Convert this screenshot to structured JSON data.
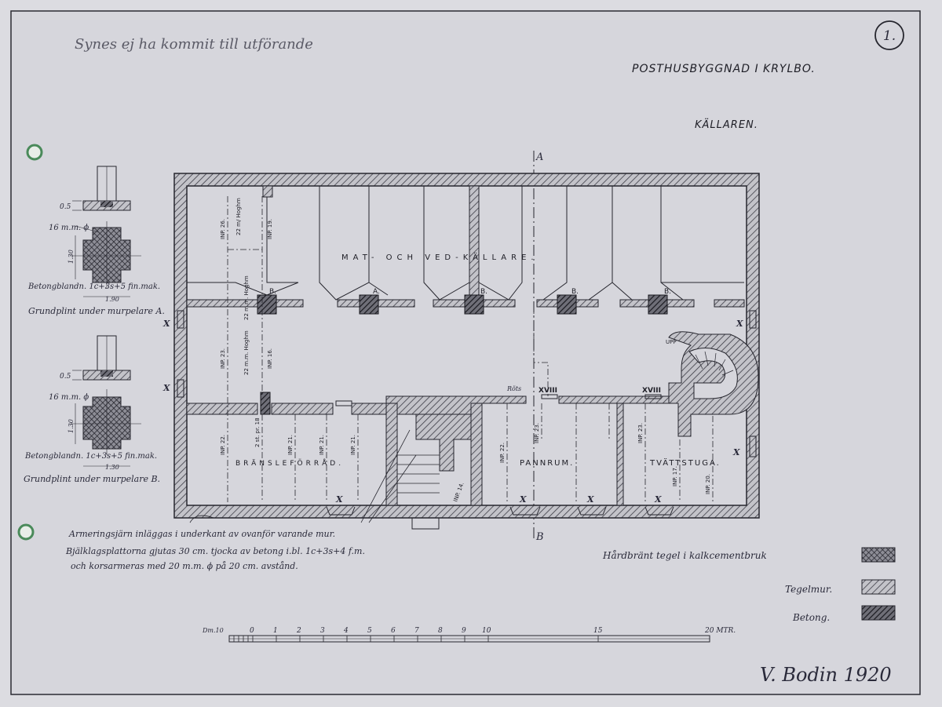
{
  "sheet_number": "1.",
  "pencil_note": "Synes ej ha kommit till utförande",
  "title": "POSTHUSBYGGNAD I KRYLBO.",
  "subtitle": "KÄLLAREN.",
  "section_marks": {
    "top": "A",
    "bottom": "B"
  },
  "rooms": {
    "upper": "MAT- OCH VED-KÄLLARE.",
    "fuel": "BRÄNSLEFÖRRÅD.",
    "boiler": "PANNRUM.",
    "laundry": "TVÄTTSTUGA."
  },
  "pier_labels": [
    "B.",
    "A.",
    "B.",
    "B.",
    "B."
  ],
  "window_mark": "X",
  "vent_labels": [
    "XVIII",
    "XVIII"
  ],
  "small_labels": {
    "rots": "Röts",
    "upp": "UPP",
    "inp": [
      "INP. 26.",
      "INP. 19.",
      "INP. 23.",
      "INP. 16.",
      "INP. 22.",
      "INP. 21.",
      "INP. 21.",
      "INP. 21.",
      "INP. 14.",
      "INP. 22.",
      "INP. 23.",
      "INP. 23.",
      "INP. 17.",
      "INP. 20."
    ],
    "dims": [
      "22 m/ Hoghm",
      "22 m.m. Hoghm",
      "22 m.m. Hoghm",
      "2 st. pr. 18"
    ]
  },
  "details": [
    {
      "dim_top": "0.5",
      "rebar": "16 m.m. ϕ",
      "dim_side": "1.30",
      "dim_bottom": "1.90",
      "mix": "Betongblandn. 1c+3s+5 fin.mak.",
      "caption": "Grundplint under murpelare A."
    },
    {
      "dim_top": "0.5",
      "rebar": "16 m.m. ϕ",
      "dim_side": "1.30",
      "dim_bottom": "1.30",
      "mix": "Betongblandn. 1c+3s+5 fin.mak.",
      "caption": "Grundplint under murpelare B."
    }
  ],
  "notes": [
    "Armeringsjärn inläggas i underkant av ovanför varande mur.",
    "Bjälklagsplattorna gjutas 30 cm. tjocka av betong i.bl. 1c+3s+4 f.m.",
    "och korsarmeras med 20 m.m. ϕ på 20 cm. avstånd."
  ],
  "legend": [
    {
      "label": "Hårdbränt tegel i kalkcementbruk",
      "pattern": "cross-hatch"
    },
    {
      "label": "Tegelmur.",
      "pattern": "hatch"
    },
    {
      "label": "Betong.",
      "pattern": "heavy-hatch"
    }
  ],
  "scale": {
    "prefix": "Dm.10",
    "ticks": [
      "0",
      "1",
      "2",
      "3",
      "4",
      "5",
      "6",
      "7",
      "8",
      "9",
      "10",
      "15",
      "20 MTR."
    ]
  },
  "signature": "V. Bodin 1920",
  "colors": {
    "paper": "#d9d9de",
    "ink": "#26262e",
    "wall_fill": "#b7b7be"
  }
}
